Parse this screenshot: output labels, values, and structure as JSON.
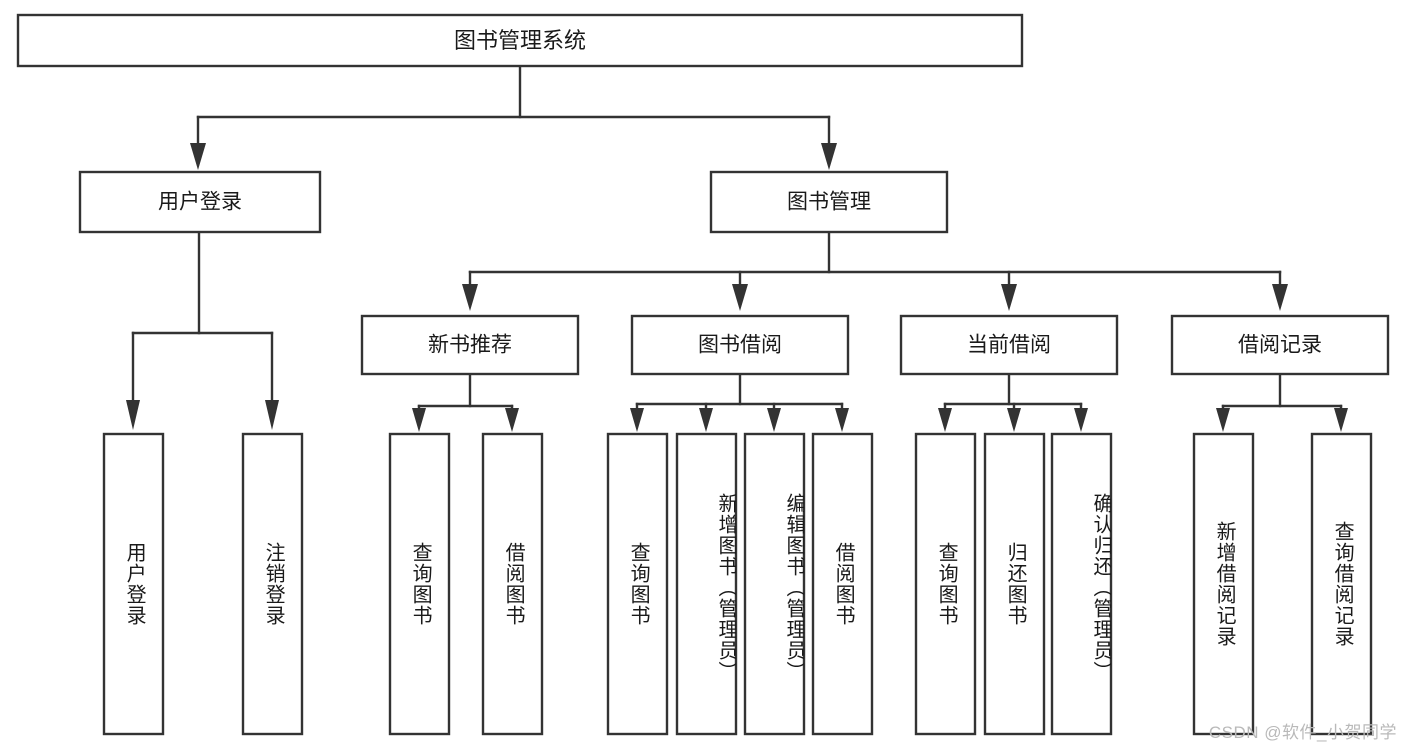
{
  "diagram": {
    "type": "tree-hierarchy",
    "title": "图书管理系统",
    "watermark": "CSDN @软件_小贺同学",
    "colors": {
      "background": "#ffffff",
      "stroke": "#333333",
      "text": "#1a1a1a",
      "watermark": "#b9b9b9"
    },
    "root": {
      "id": "root",
      "label": "图书管理系统"
    },
    "level1": [
      {
        "id": "user-login",
        "label": "用户登录"
      },
      {
        "id": "book-manage",
        "label": "图书管理"
      }
    ],
    "level2": [
      {
        "id": "new-book-rec",
        "label": "新书推荐",
        "parent": "book-manage"
      },
      {
        "id": "book-borrow",
        "label": "图书借阅",
        "parent": "book-manage"
      },
      {
        "id": "current-borrow",
        "label": "当前借阅",
        "parent": "book-manage"
      },
      {
        "id": "borrow-record",
        "label": "借阅记录",
        "parent": "book-manage"
      }
    ],
    "leaves": [
      {
        "id": "leaf-user-login",
        "label": "用户登录",
        "parent": "user-login"
      },
      {
        "id": "leaf-user-logout",
        "label": "注销登录",
        "parent": "user-login"
      },
      {
        "id": "leaf-query-book-1",
        "label": "查询图书",
        "parent": "new-book-rec"
      },
      {
        "id": "leaf-borrow-book-1",
        "label": "借阅图书",
        "parent": "new-book-rec"
      },
      {
        "id": "leaf-query-book-2",
        "label": "查询图书",
        "parent": "book-borrow"
      },
      {
        "id": "leaf-add-book",
        "label": "新增图书（管理员）",
        "parent": "book-borrow"
      },
      {
        "id": "leaf-edit-book",
        "label": "编辑图书（管理员）",
        "parent": "book-borrow"
      },
      {
        "id": "leaf-borrow-book-2",
        "label": "借阅图书",
        "parent": "book-borrow"
      },
      {
        "id": "leaf-query-book-3",
        "label": "查询图书",
        "parent": "current-borrow"
      },
      {
        "id": "leaf-return-book",
        "label": "归还图书",
        "parent": "current-borrow"
      },
      {
        "id": "leaf-confirm-return",
        "label": "确认归还（管理员）",
        "parent": "current-borrow"
      },
      {
        "id": "leaf-add-record",
        "label": "新增借阅记录",
        "parent": "borrow-record"
      },
      {
        "id": "leaf-query-record",
        "label": "查询借阅记录",
        "parent": "borrow-record"
      }
    ]
  }
}
